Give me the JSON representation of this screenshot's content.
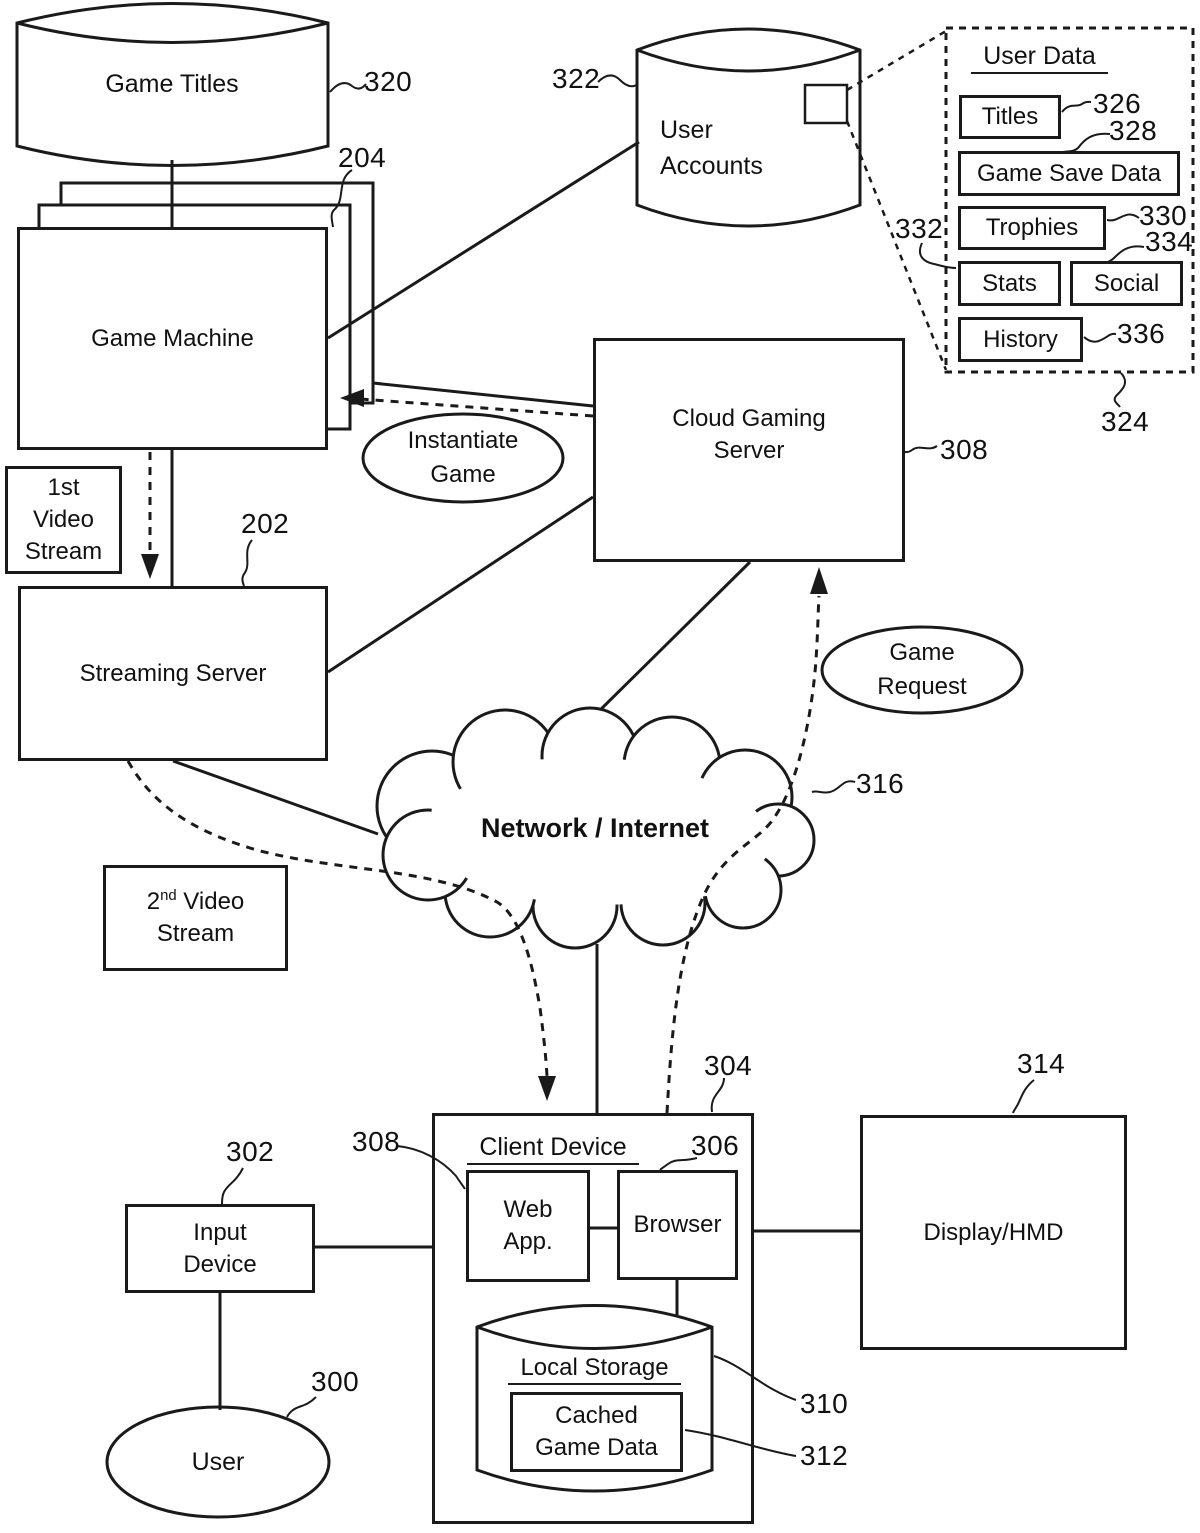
{
  "nodes": {
    "game_titles": {
      "label": "Game Titles",
      "ref": "320"
    },
    "game_machine": {
      "label": "Game Machine",
      "ref": "204"
    },
    "user_accounts": {
      "lines": [
        "User",
        "Accounts"
      ],
      "ref": "322"
    },
    "user_data": {
      "title": "User Data",
      "ref": "324",
      "titles": {
        "label": "Titles",
        "ref": "326"
      },
      "game_save_data": {
        "label": "Game Save Data",
        "ref": "328"
      },
      "trophies": {
        "label": "Trophies",
        "ref": "330"
      },
      "stats": {
        "label": "Stats",
        "ref": "332"
      },
      "social": {
        "label": "Social",
        "ref": "334"
      },
      "history": {
        "label": "History",
        "ref": "336"
      }
    },
    "cloud_gaming_server": {
      "lines": [
        "Cloud Gaming",
        "Server"
      ],
      "ref": "308"
    },
    "instantiate_game": {
      "lines": [
        "Instantiate",
        "Game"
      ]
    },
    "game_request": {
      "lines": [
        "Game",
        "Request"
      ]
    },
    "first_video_stream": {
      "lines": [
        "1st",
        "Video",
        "Stream"
      ]
    },
    "streaming_server": {
      "label": "Streaming Server",
      "ref": "202"
    },
    "network_internet": {
      "label": "Network / Internet",
      "ref": "316"
    },
    "second_video_stream": {
      "prefix": "2",
      "sup": "nd",
      "rest": " Video Stream"
    },
    "client_device": {
      "label": "Client Device",
      "ref": "304"
    },
    "web_app": {
      "lines": [
        "Web",
        "App."
      ],
      "ref": "308"
    },
    "browser": {
      "label": "Browser",
      "ref": "306"
    },
    "local_storage": {
      "label": "Local Storage",
      "ref": "310"
    },
    "cached_game_data": {
      "lines": [
        "Cached",
        "Game Data"
      ],
      "ref": "312"
    },
    "input_device": {
      "lines": [
        "Input",
        "Device"
      ],
      "ref": "302"
    },
    "user": {
      "label": "User",
      "ref": "300"
    },
    "display_hmd": {
      "label": "Display/HMD",
      "ref": "314"
    }
  }
}
